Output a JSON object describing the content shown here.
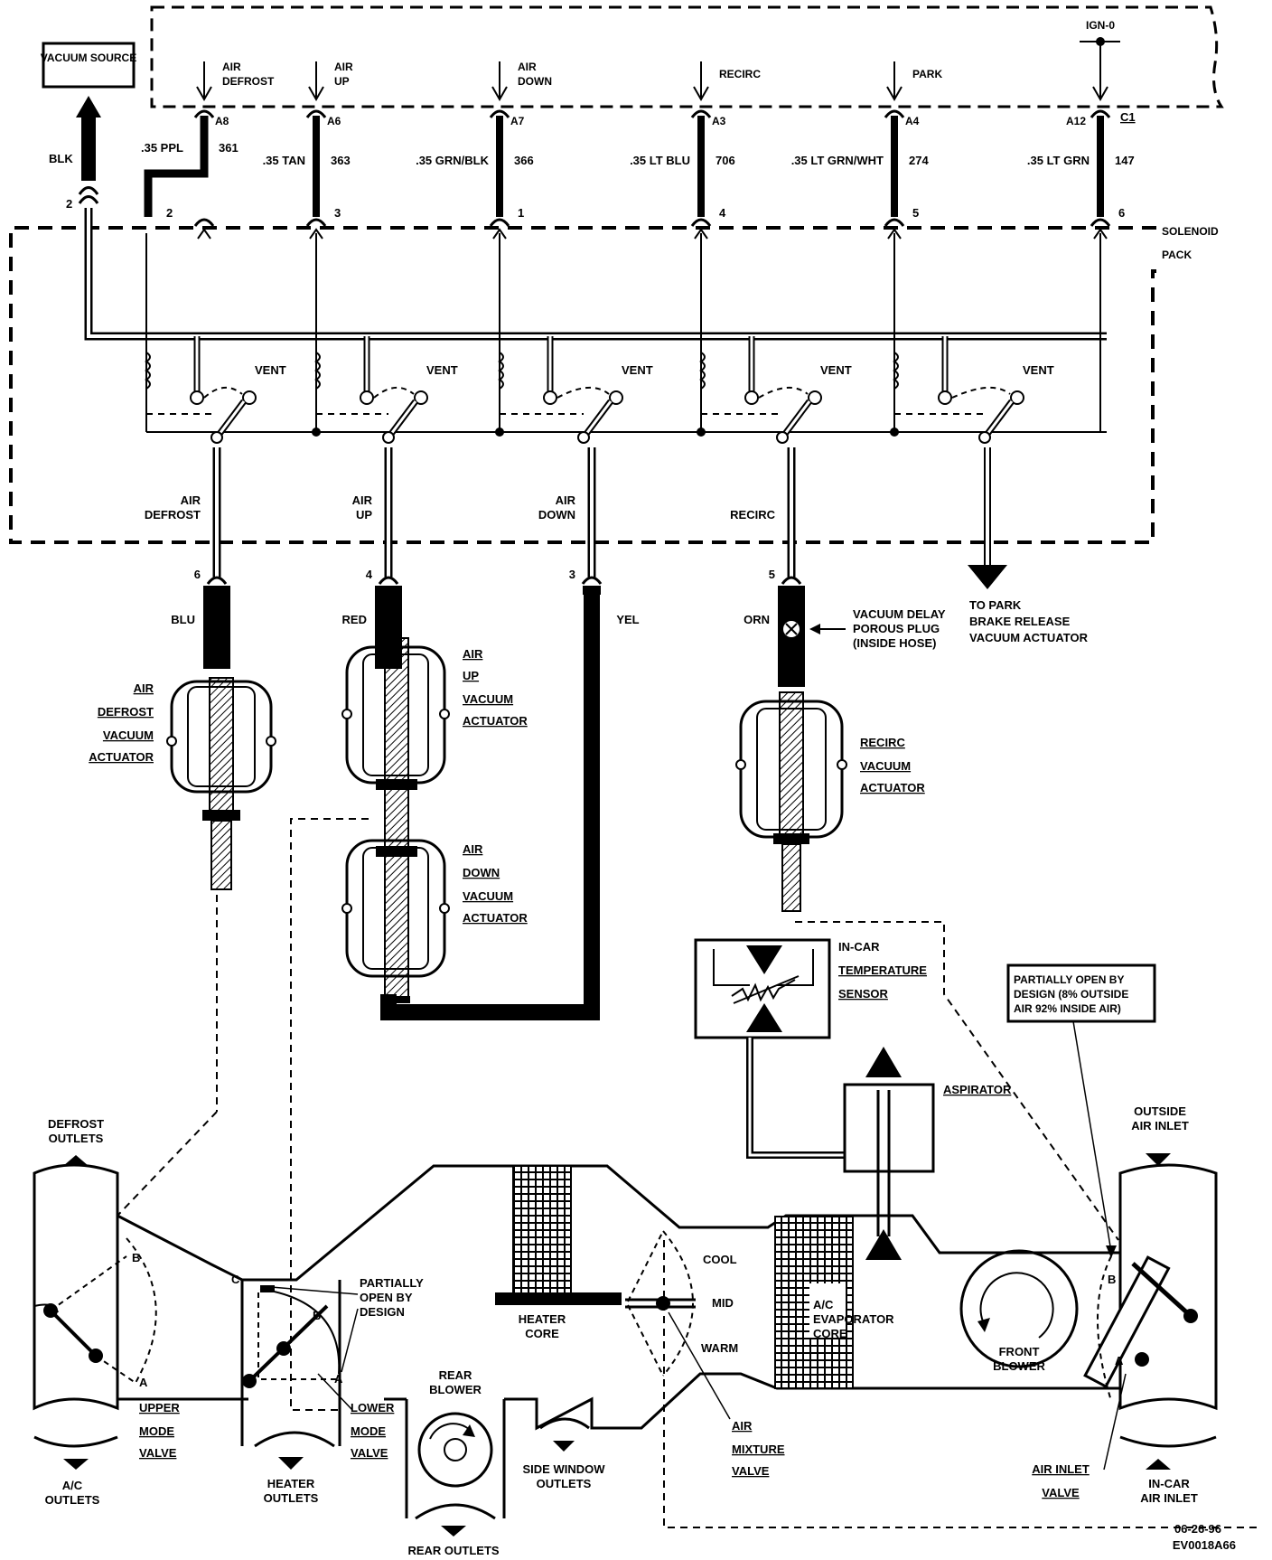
{
  "vacuum_source": "VACUUM SOURCE",
  "ign": "IGN-0",
  "solenoid_pack": [
    "SOLENOID",
    "PACK"
  ],
  "inputs": [
    {
      "name": [
        "AIR",
        "DEFROST"
      ],
      "pin": "A8",
      "wire": ".35 PPL",
      "circuit": "361",
      "sol_pin": "2"
    },
    {
      "name": [
        "AIR",
        "UP"
      ],
      "pin": "A6",
      "wire": ".35 TAN",
      "circuit": "363",
      "sol_pin": "3"
    },
    {
      "name": [
        "AIR",
        "DOWN"
      ],
      "pin": "A7",
      "wire": ".35 GRN/BLK",
      "circuit": "366",
      "sol_pin": "1"
    },
    {
      "name": [
        "RECIRC"
      ],
      "pin": "A3",
      "wire": ".35 LT BLU",
      "circuit": "706",
      "sol_pin": "4"
    },
    {
      "name": [
        "PARK"
      ],
      "pin": "A4",
      "wire": ".35 LT GRN/WHT",
      "circuit": "274",
      "sol_pin": "5"
    },
    {
      "name": [],
      "pin": "A12",
      "wire": ".35 LT GRN",
      "circuit": "147",
      "sol_pin": "6"
    }
  ],
  "c1": "C1",
  "blk": {
    "color": "BLK",
    "pin": "2"
  },
  "vent": "VENT",
  "hoses": [
    {
      "name": [
        "AIR",
        "DEFROST"
      ],
      "pin": "6",
      "color": "BLU"
    },
    {
      "name": [
        "AIR",
        "UP"
      ],
      "pin": "4",
      "color": "RED"
    },
    {
      "name": [
        "AIR",
        "DOWN"
      ],
      "pin": "3",
      "color": "YEL"
    },
    {
      "name": [
        "RECIRC"
      ],
      "pin": "5",
      "color": "ORN"
    }
  ],
  "park_brake": [
    "TO PARK",
    "BRAKE RELEASE",
    "VACUUM ACTUATOR"
  ],
  "delay_plug": [
    "VACUUM DELAY",
    "POROUS PLUG",
    "(INSIDE HOSE)"
  ],
  "actuators": {
    "defrost": [
      "AIR",
      "DEFROST",
      "VACUUM",
      "ACTUATOR"
    ],
    "up": [
      "AIR",
      "UP",
      "VACUUM",
      "ACTUATOR"
    ],
    "down": [
      "AIR",
      "DOWN",
      "VACUUM",
      "ACTUATOR"
    ],
    "recirc": [
      "RECIRC",
      "VACUUM",
      "ACTUATOR"
    ]
  },
  "sensor": [
    "IN-CAR",
    "TEMPERATURE",
    "SENSOR"
  ],
  "partial_note": [
    "PARTIALLY OPEN BY",
    "DESIGN (8% OUTSIDE",
    "AIR 92% INSIDE AIR)"
  ],
  "aspirator": "ASPIRATOR",
  "defrost_outlets": [
    "DEFROST",
    "OUTLETS"
  ],
  "outside_air": [
    "OUTSIDE",
    "AIR INLET"
  ],
  "partially_open": [
    "PARTIALLY",
    "OPEN BY",
    "DESIGN"
  ],
  "heater_core": [
    "HEATER",
    "CORE"
  ],
  "cool": "COOL",
  "mid": "MID",
  "warm": "WARM",
  "evaporator": [
    "A/C",
    "EVAPORATOR",
    "CORE"
  ],
  "front_blower": [
    "FRONT",
    "BLOWER"
  ],
  "rear_blower": [
    "REAR",
    "BLOWER"
  ],
  "upper_mode": [
    "UPPER",
    "MODE",
    "VALVE"
  ],
  "lower_mode": [
    "LOWER",
    "MODE",
    "VALVE"
  ],
  "air_mixture": [
    "AIR",
    "MIXTURE",
    "VALVE"
  ],
  "air_inlet_valve": [
    "AIR INLET",
    "VALVE"
  ],
  "ac_outlets": [
    "A/C",
    "OUTLETS"
  ],
  "heater_outlets": [
    "HEATER",
    "OUTLETS"
  ],
  "side_window": [
    "SIDE WINDOW",
    "OUTLETS"
  ],
  "rear_outlets": "REAR OUTLETS",
  "incar_inlet": [
    "IN-CAR",
    "AIR INLET"
  ],
  "letters": {
    "a": "A",
    "b": "B",
    "c": "C"
  },
  "footer": [
    "06-26-96",
    "EV0018A66"
  ]
}
